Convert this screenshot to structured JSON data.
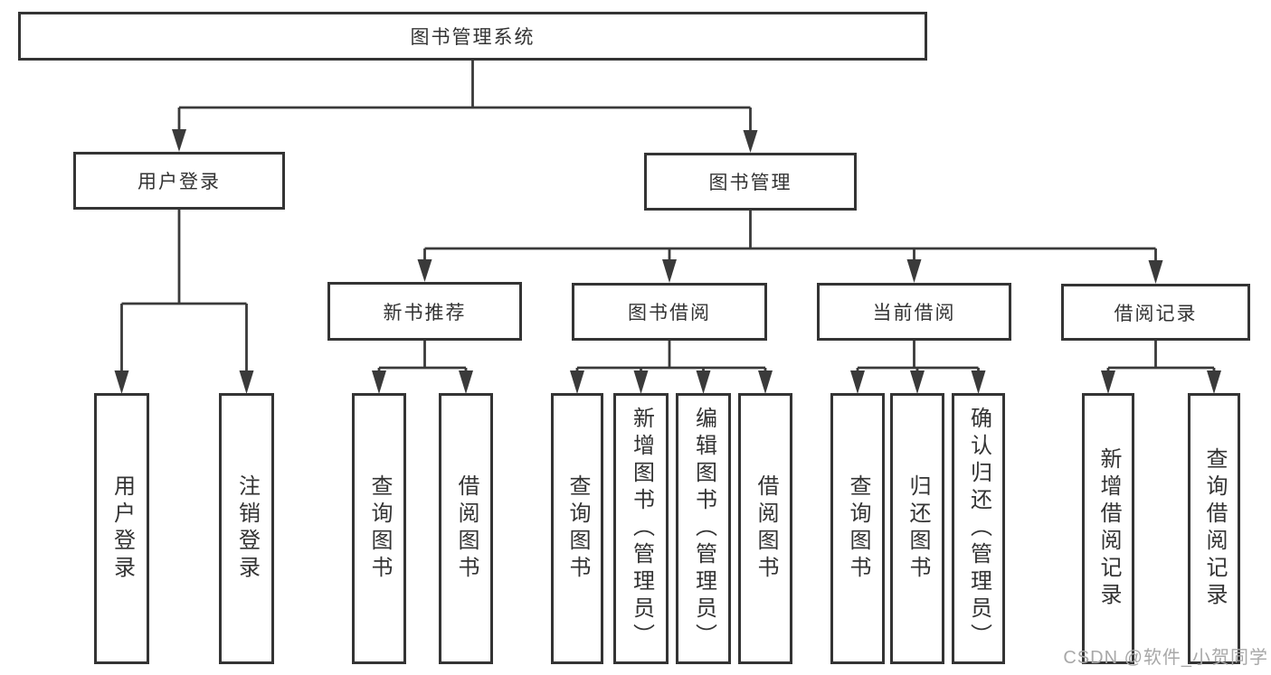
{
  "nodes": {
    "root": {
      "label": "图书管理系统"
    },
    "level2": [
      {
        "label": "用户登录"
      },
      {
        "label": "图书管理"
      }
    ],
    "level3": [
      {
        "label": "新书推荐",
        "parent": "图书管理"
      },
      {
        "label": "图书借阅",
        "parent": "图书管理"
      },
      {
        "label": "当前借阅",
        "parent": "图书管理"
      },
      {
        "label": "借阅记录",
        "parent": "图书管理"
      }
    ],
    "leaves": [
      {
        "label": "用户登录",
        "parent": "用户登录"
      },
      {
        "label": "注销登录",
        "parent": "用户登录"
      },
      {
        "label": "查询图书",
        "parent": "新书推荐"
      },
      {
        "label": "借阅图书",
        "parent": "新书推荐"
      },
      {
        "label": "查询图书",
        "parent": "图书借阅"
      },
      {
        "label": "新增图书（管理员）",
        "parent": "图书借阅"
      },
      {
        "label": "编辑图书（管理员）",
        "parent": "图书借阅"
      },
      {
        "label": "借阅图书",
        "parent": "图书借阅"
      },
      {
        "label": "查询图书",
        "parent": "当前借阅"
      },
      {
        "label": "归还图书",
        "parent": "当前借阅"
      },
      {
        "label": "确认归还（管理员）",
        "parent": "当前借阅"
      },
      {
        "label": "新增借阅记录",
        "parent": "借阅记录"
      },
      {
        "label": "查询借阅记录",
        "parent": "借阅记录"
      }
    ]
  },
  "watermark": {
    "text": "CSDN @软件_小贺同学"
  },
  "colors": {
    "line": "#3a3a3a",
    "box_border": "#343434",
    "text": "#333333",
    "watermark": "#a8a8a8",
    "background": "#ffffff"
  }
}
